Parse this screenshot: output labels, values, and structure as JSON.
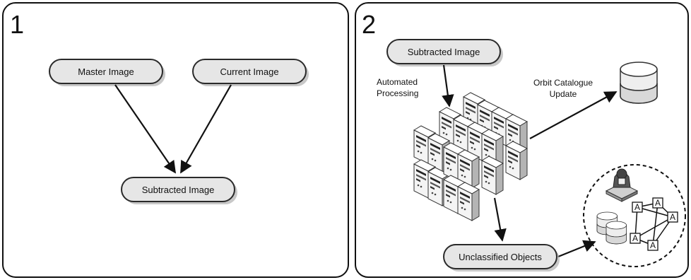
{
  "panels": [
    {
      "number": "1",
      "nodes": {
        "master": "Master Image",
        "current": "Current Image",
        "subtracted": "Subtracted Image"
      }
    },
    {
      "number": "2",
      "nodes": {
        "subtracted": "Subtracted Image",
        "unclassified": "Unclassified Objects"
      },
      "labels": {
        "processing_line1": "Automated",
        "processing_line2": "Processing",
        "catalogue_line1": "Orbit Catalogue",
        "catalogue_line2": "Update"
      },
      "network_node_letter": "A"
    }
  ],
  "colors": {
    "border": "#111111",
    "node_fill": "#e6e6e6",
    "server_body": "#f2f2f2",
    "server_shade": "#b8b8b8"
  },
  "icons": [
    "server-cluster-icon",
    "database-icon",
    "small-database-icon",
    "person-at-computer-icon",
    "network-graph-icon"
  ]
}
